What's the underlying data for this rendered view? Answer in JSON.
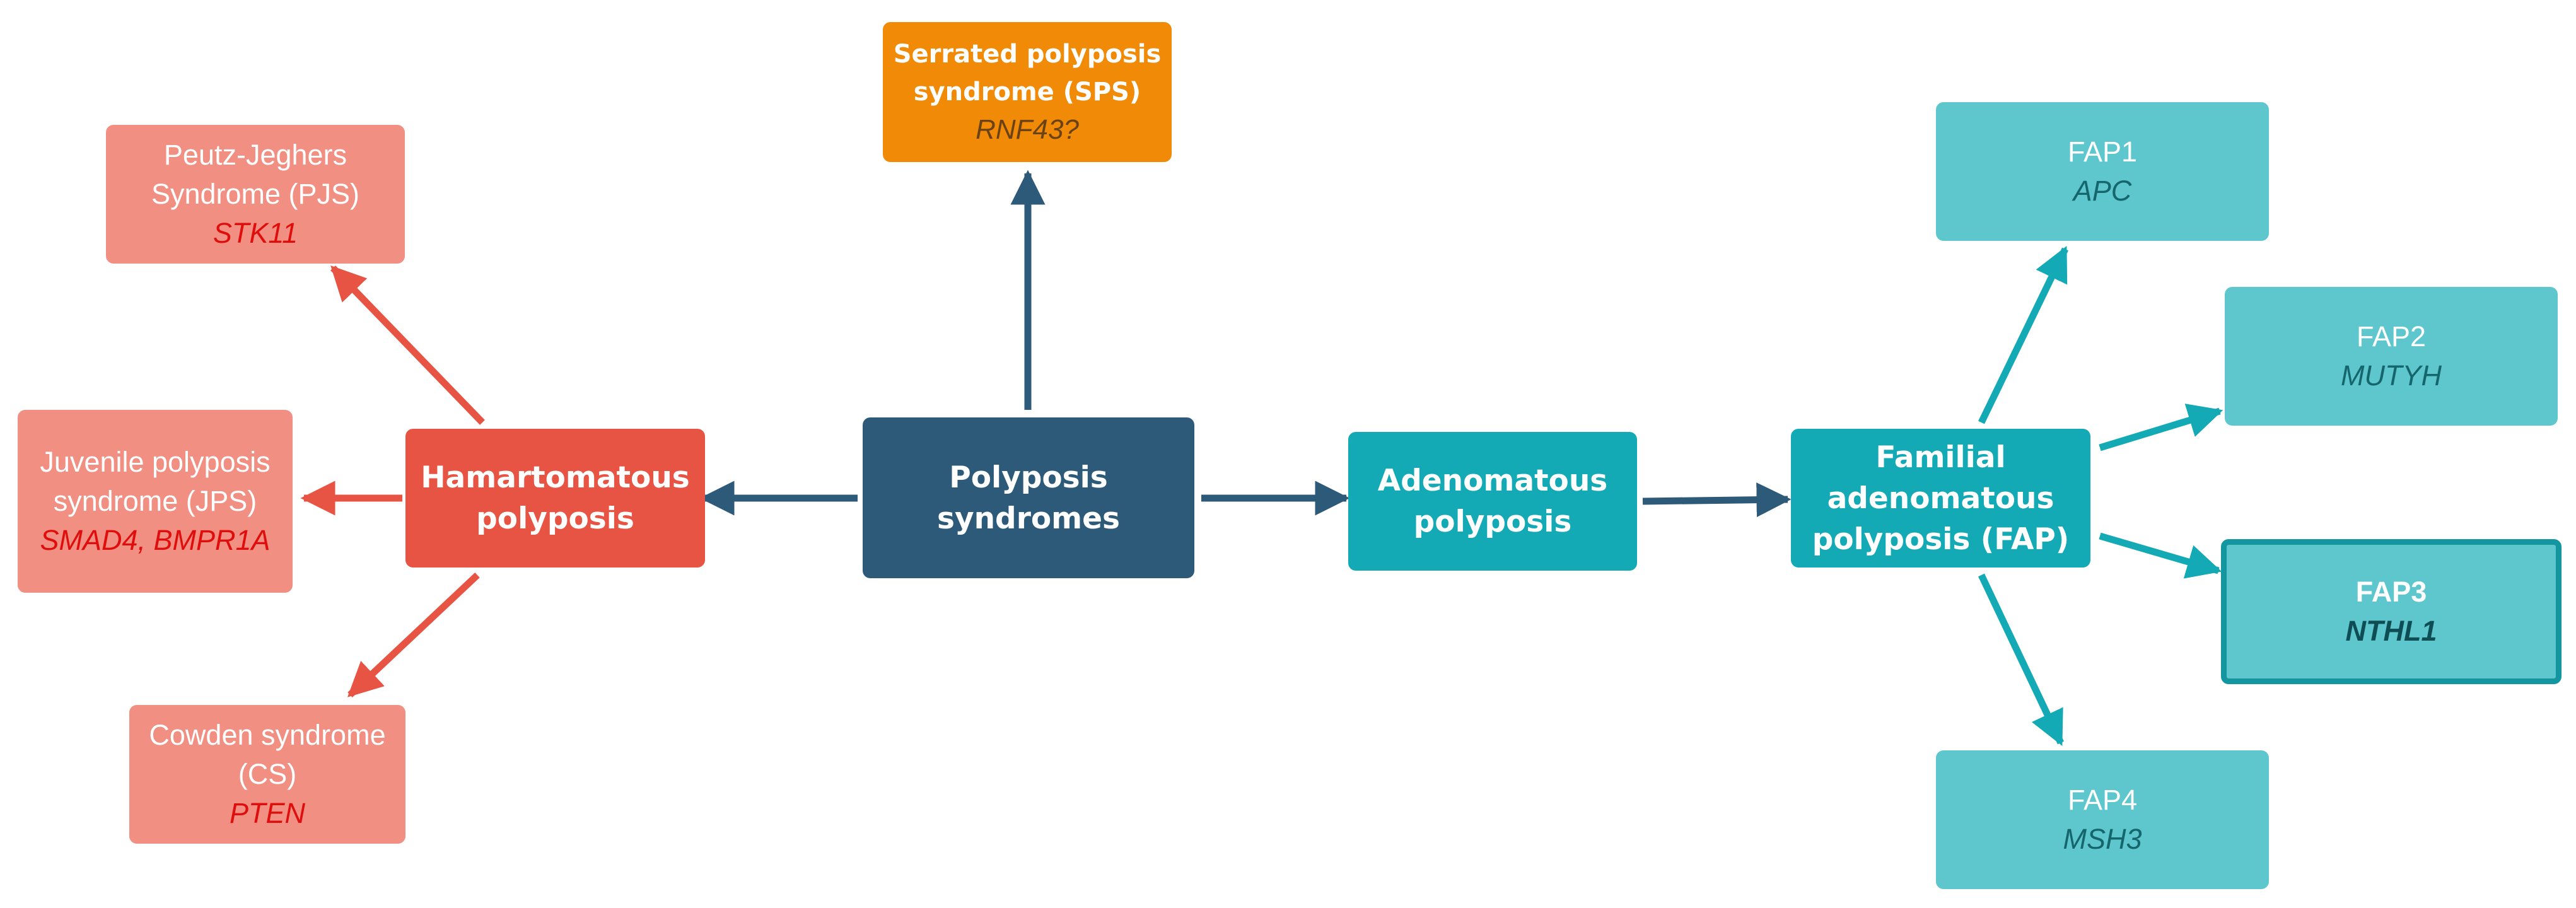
{
  "center": {
    "label": "Polyposis syndromes"
  },
  "serrated": {
    "label": "Serrated polyposis syndrome (SPS)",
    "gene": "RNF43?"
  },
  "hamartomatous": {
    "label": "Hamartomatous polyposis",
    "children": [
      {
        "label": "Peutz-Jeghers Syndrome (PJS)",
        "gene": "STK11"
      },
      {
        "label": "Juvenile polyposis syndrome (JPS)",
        "gene": "SMAD4, BMPR1A"
      },
      {
        "label": "Cowden syndrome (CS)",
        "gene": "PTEN"
      }
    ]
  },
  "adenomatous": {
    "label": "Adenomatous polyposis"
  },
  "fap": {
    "label": "Familial adenomatous polyposis (FAP)",
    "children": [
      {
        "label": "FAP1",
        "gene": "APC"
      },
      {
        "label": "FAP2",
        "gene": "MUTYH"
      },
      {
        "label": "FAP3",
        "gene": "NTHL1"
      },
      {
        "label": "FAP4",
        "gene": "MSH3"
      }
    ]
  },
  "colors": {
    "center": "#2e5a7a",
    "hamartomatous": "#e85443",
    "hamartomatous_leaf": "#f08f82",
    "adenomatous": "#13a9b5",
    "fap_leaf": "#5ec6cd",
    "serrated": "#f08a07",
    "arrow_dark": "#2e5a7a",
    "arrow_red": "#e85443",
    "arrow_teal": "#13a9b5"
  }
}
